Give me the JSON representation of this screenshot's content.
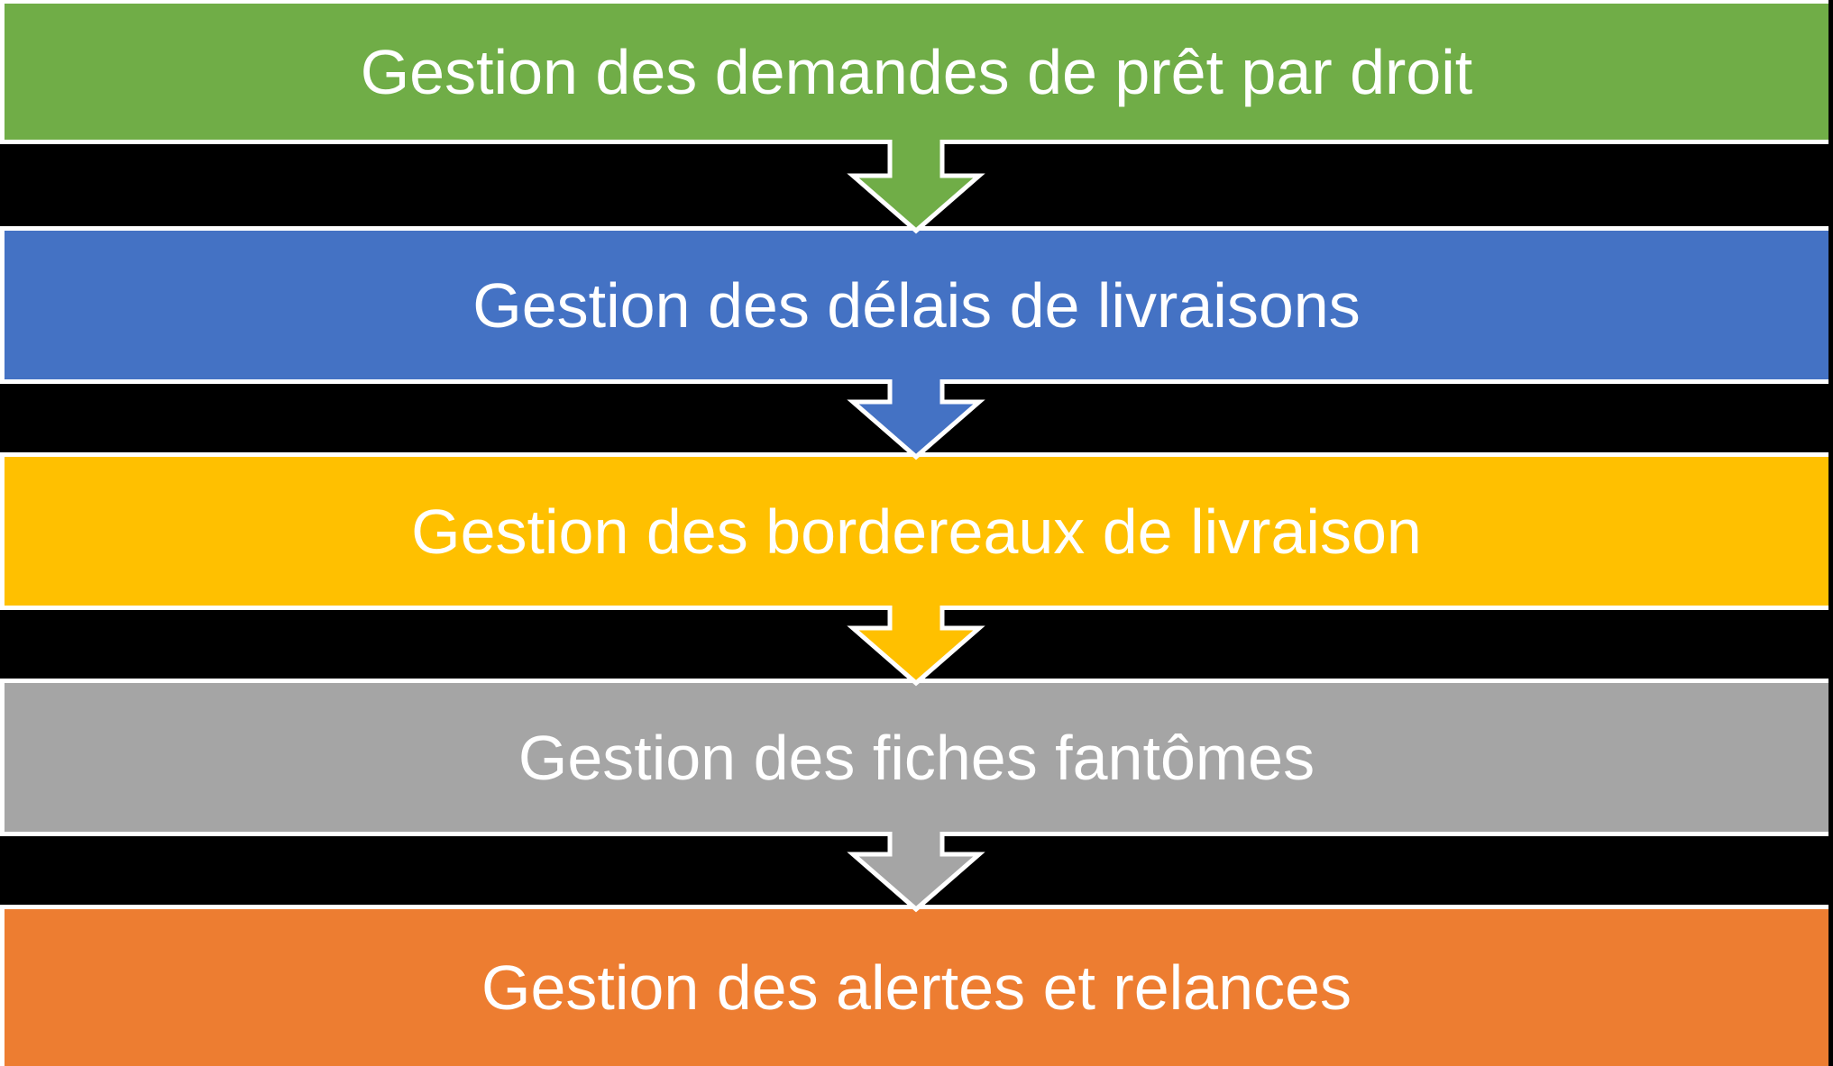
{
  "diagram": {
    "background_color": "#000000",
    "outline_color": "#FFFFFF",
    "text_color": "#FFFFFF",
    "steps": [
      {
        "label": "Gestion des demandes de prêt par droit",
        "color": "#70AD47"
      },
      {
        "label": "Gestion des délais de livraisons",
        "color": "#4472C4"
      },
      {
        "label": "Gestion des bordereaux de livraison",
        "color": "#FFC000"
      },
      {
        "label": "Gestion des fiches fantômes",
        "color": "#A5A5A5"
      },
      {
        "label": "Gestion des alertes et relances",
        "color": "#ED7D31"
      }
    ],
    "connectors": [
      {
        "shape": "down-arrow",
        "color": "#70AD47"
      },
      {
        "shape": "down-arrow",
        "color": "#4472C4"
      },
      {
        "shape": "down-arrow",
        "color": "#FFC000"
      },
      {
        "shape": "down-arrow",
        "color": "#A5A5A5"
      }
    ]
  }
}
